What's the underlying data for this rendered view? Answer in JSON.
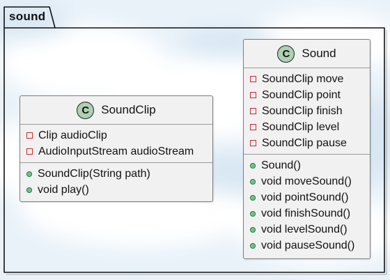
{
  "package": {
    "name": "sound"
  },
  "colors": {
    "class_icon_fill": "#add1b2",
    "private_marker": "#c82930",
    "public_marker": "#84be84",
    "box_fill": "#f1f1f1"
  },
  "classes": [
    {
      "id": "soundclip",
      "stereotype_icon": "C",
      "name": "SoundClip",
      "fields": [
        {
          "visibility": "private",
          "text": "Clip audioClip"
        },
        {
          "visibility": "private",
          "text": "AudioInputStream audioStream"
        }
      ],
      "methods": [
        {
          "visibility": "public",
          "text": "SoundClip(String path)"
        },
        {
          "visibility": "public",
          "text": "void play()"
        }
      ]
    },
    {
      "id": "sound",
      "stereotype_icon": "C",
      "name": "Sound",
      "fields": [
        {
          "visibility": "private",
          "text": "SoundClip move"
        },
        {
          "visibility": "private",
          "text": "SoundClip point"
        },
        {
          "visibility": "private",
          "text": "SoundClip finish"
        },
        {
          "visibility": "private",
          "text": "SoundClip level"
        },
        {
          "visibility": "private",
          "text": "SoundClip pause"
        }
      ],
      "methods": [
        {
          "visibility": "public",
          "text": "Sound()"
        },
        {
          "visibility": "public",
          "text": "void moveSound()"
        },
        {
          "visibility": "public",
          "text": "void pointSound()"
        },
        {
          "visibility": "public",
          "text": "void finishSound()"
        },
        {
          "visibility": "public",
          "text": "void levelSound()"
        },
        {
          "visibility": "public",
          "text": "void pauseSound()"
        }
      ]
    }
  ]
}
